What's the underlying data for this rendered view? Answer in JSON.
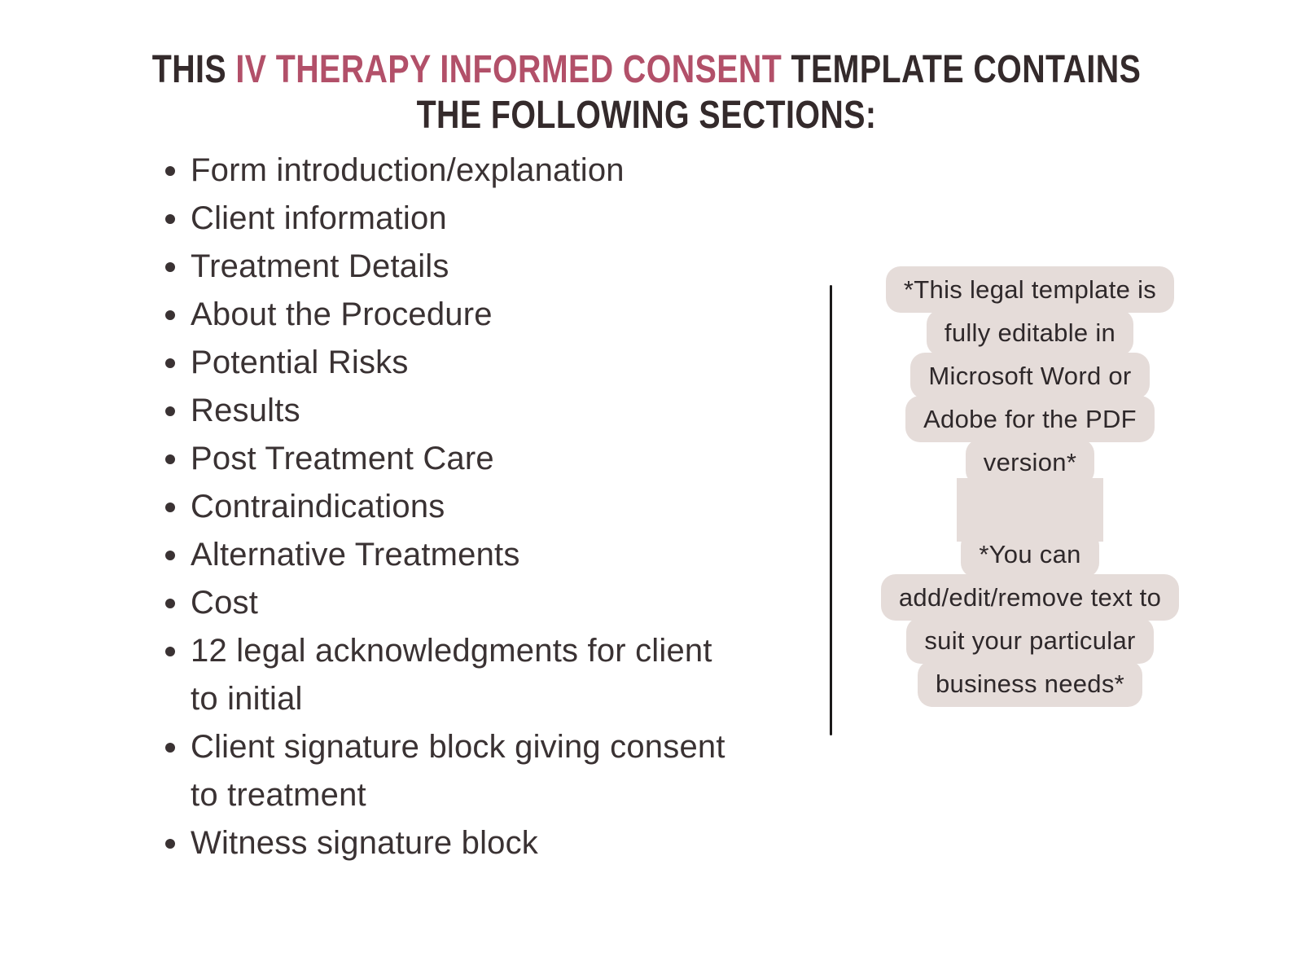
{
  "colors": {
    "accent": "#b25069",
    "title_text": "#342a2b",
    "list_text": "#3a3233",
    "note_text": "#2e282a",
    "note_highlight": "#e5dcd9",
    "divider": "#1c1a1a",
    "background": "#ffffff"
  },
  "title": {
    "prefix": "THIS",
    "highlight": "IV THERAPY INFORMED CONSENT",
    "suffix": "TEMPLATE CONTAINS",
    "line2": "THE FOLLOWING SECTIONS:"
  },
  "sections": {
    "items": [
      {
        "label": "Form introduction/explanation",
        "continuation": false
      },
      {
        "label": "Client information",
        "continuation": false
      },
      {
        "label": "Treatment Details",
        "continuation": false
      },
      {
        "label": "About the Procedure",
        "continuation": false
      },
      {
        "label": "Potential Risks",
        "continuation": false
      },
      {
        "label": "Results",
        "continuation": false
      },
      {
        "label": "Post Treatment Care",
        "continuation": false
      },
      {
        "label": "Contraindications",
        "continuation": false
      },
      {
        "label": "Alternative Treatments",
        "continuation": false
      },
      {
        "label": "Cost",
        "continuation": false
      },
      {
        "label": "12 legal acknowledgments for client",
        "continuation": false
      },
      {
        "label": "to initial",
        "continuation": true
      },
      {
        "label": "Client signature block giving consent",
        "continuation": false
      },
      {
        "label": "to treatment",
        "continuation": true
      },
      {
        "label": "Witness signature block",
        "continuation": false
      }
    ]
  },
  "note": {
    "paragraphs": [
      [
        "*This legal template is",
        "fully editable in",
        "Microsoft Word or",
        "Adobe for the PDF",
        "version*"
      ],
      [
        "*You can",
        "add/edit/remove text to",
        "suit your particular",
        "business needs*"
      ]
    ]
  }
}
